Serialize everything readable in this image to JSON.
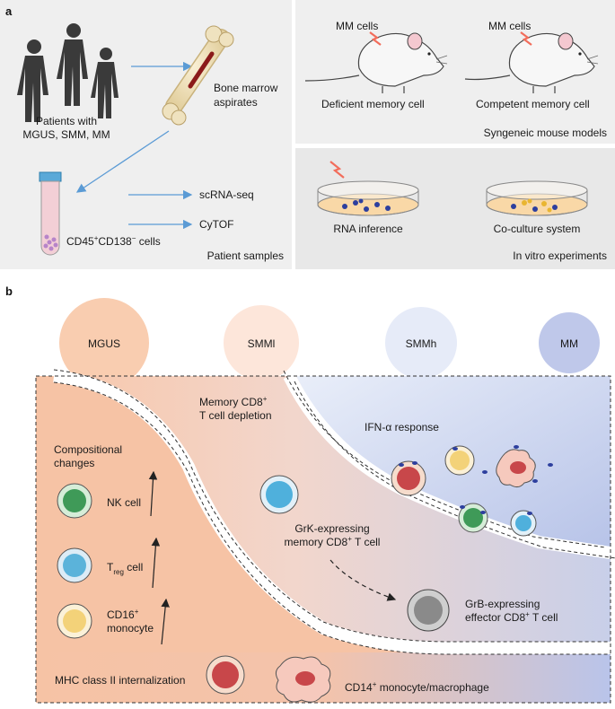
{
  "panel_a": {
    "letter": "a",
    "patients_line1": "Patients with",
    "patients_line2": "MGUS, SMM, MM",
    "bone_line1": "Bone marrow",
    "bone_line2": "aspirates",
    "cells_main": "CD45",
    "cells_sup": "+",
    "cells_main2": "CD138",
    "cells_sup2": "−",
    "cells_tail": " cells",
    "scrnaseq": "scRNA-seq",
    "cytof": "CyTOF",
    "patient_samples": "Patient samples",
    "mm_cells_left": "MM cells",
    "mm_cells_right": "MM cells",
    "deficient": "Deficient memory cell",
    "competent": "Competent memory cell",
    "syngeneic": "Syngeneic mouse models",
    "rna": "RNA inference",
    "coculture": "Co-culture system",
    "invitro": "In vitro experiments"
  },
  "panel_b": {
    "letter": "b",
    "stages": [
      {
        "label": "MGUS",
        "color": "#f9cdb0"
      },
      {
        "label": "SMMl",
        "color": "#fde6da"
      },
      {
        "label": "SMMh",
        "color": "#e6ebf8"
      },
      {
        "label": "MM",
        "color": "#bfc8ea"
      }
    ],
    "memory_line1": "Memory CD8",
    "memory_sup": "+",
    "memory_line2": "T cell depletion",
    "ifn": "IFN-α response",
    "comp_line1": "Compositional",
    "comp_line2": "changes",
    "nk": "NK cell",
    "treg_t": "T",
    "treg_sub": "reg",
    "treg_tail": " cell",
    "cd16_line1": "CD16",
    "cd16_sup": "+",
    "cd16_line2": "monocyte",
    "grk_line1": "GrK-expressing",
    "grk_line2": "memory CD8",
    "grk_sup": "+",
    "grk_tail": " T cell",
    "grb_line1": "GrB-expressing",
    "grb_line2": "effector CD8",
    "grb_sup": "+",
    "grb_tail": " T cell",
    "mhc": "MHC class II internalization",
    "cd14_main": "CD14",
    "cd14_sup": "+",
    "cd14_tail": " monocyte/macrophage"
  },
  "colors": {
    "panel_bg": "#efefef",
    "arrow": "#5b9bd5",
    "orange_region": "#f6c3a5",
    "blue_region": "#c3cdeb"
  }
}
